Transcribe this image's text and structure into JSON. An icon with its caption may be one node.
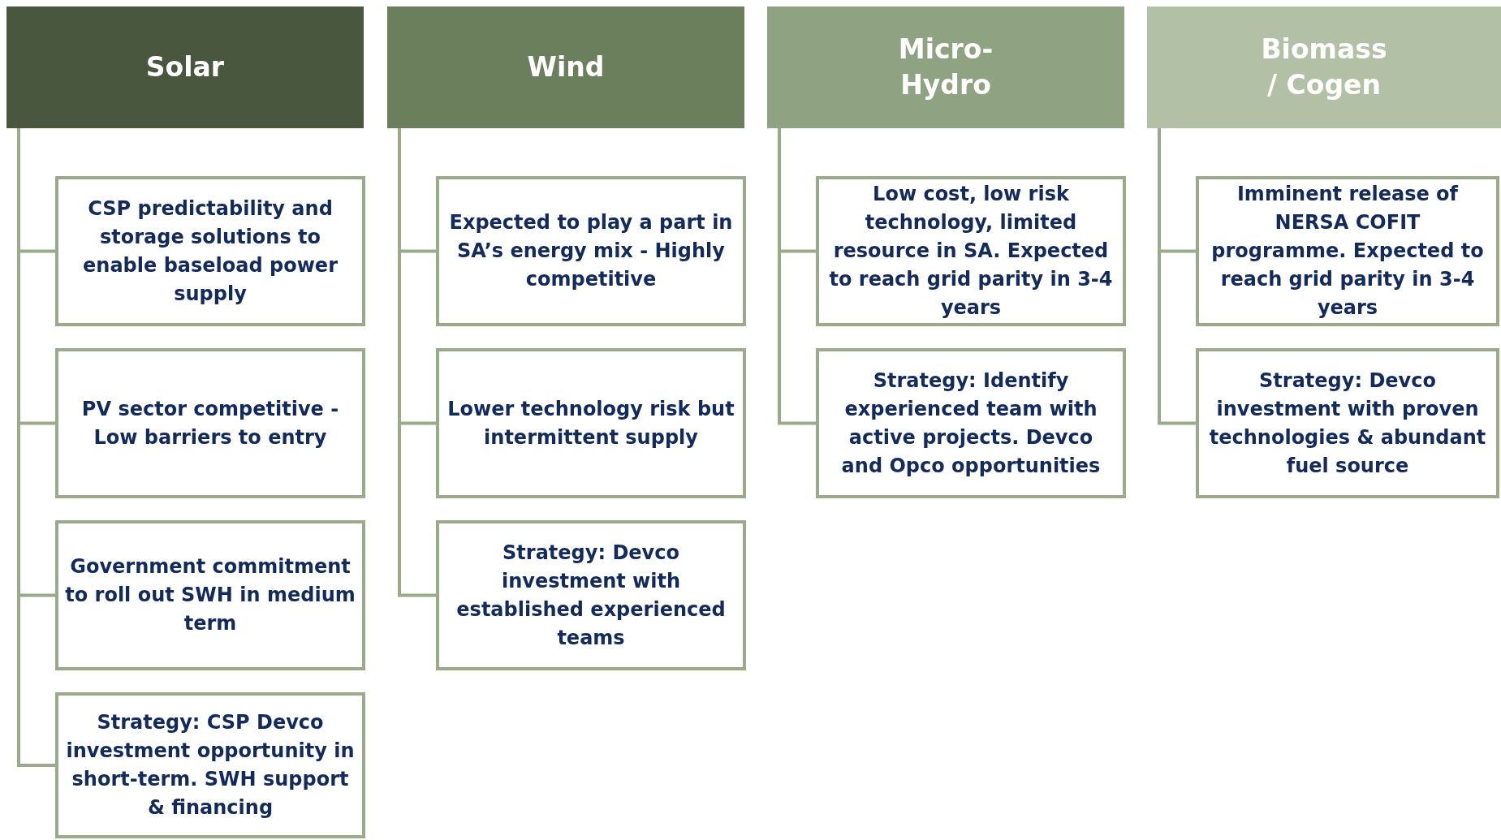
{
  "diagram": {
    "nodes": [
      {
        "text": [
          "Solar"
        ]
      },
      {
        "text": [
          "CSP predictability and storage solutions to enable baseload power supply"
        ]
      },
      {
        "text": [
          "PV sector competitive - Low barriers to entry"
        ]
      },
      {
        "text": [
          "Government commitment to roll out SWH in medium term"
        ]
      },
      {
        "text": [
          "Strategy: CSP Devco investment opportunity in short-term. SWH support & financing"
        ]
      },
      {
        "text": [
          "Wind"
        ]
      },
      {
        "text": [
          "Expected to play a part in SA’s energy mix - Highly competitive"
        ]
      },
      {
        "text": [
          "Lower technology risk but intermittent supply"
        ]
      },
      {
        "text": [
          "Strategy: Devco investment with established experienced teams"
        ]
      },
      {
        "text": [
          "Micro-Hydro"
        ]
      },
      {
        "text": [
          "Low cost, low risk technology, limited resource in SA. Expected to reach grid parity in 3-4 years"
        ]
      },
      {
        "text": [
          "Strategy: Identify experienced team with active projects. Devco and Opco opportunities"
        ]
      },
      {
        "text": [
          "Biomass / Cogen"
        ]
      },
      {
        "text": [
          "Imminent release of NERSA COFIT programme. Expected to reach grid parity in 3-4 years"
        ]
      },
      {
        "text": [
          "Strategy: Devco investment with proven technologies & abundant fuel source"
        ]
      }
    ],
    "edges": [
      {
        "from": 0,
        "to": 1,
        "arrow": "none"
      },
      {
        "from": 0,
        "to": 2,
        "arrow": "none"
      },
      {
        "from": 0,
        "to": 3,
        "arrow": "none"
      },
      {
        "from": 0,
        "to": 4,
        "arrow": "none"
      },
      {
        "from": 5,
        "to": 6,
        "arrow": "none"
      },
      {
        "from": 5,
        "to": 7,
        "arrow": "none"
      },
      {
        "from": 5,
        "to": 8,
        "arrow": "none"
      },
      {
        "from": 9,
        "to": 10,
        "arrow": "none"
      },
      {
        "from": 9,
        "to": 11,
        "arrow": "none"
      },
      {
        "from": 12,
        "to": 13,
        "arrow": "none"
      },
      {
        "from": 12,
        "to": 14,
        "arrow": "none"
      }
    ]
  }
}
